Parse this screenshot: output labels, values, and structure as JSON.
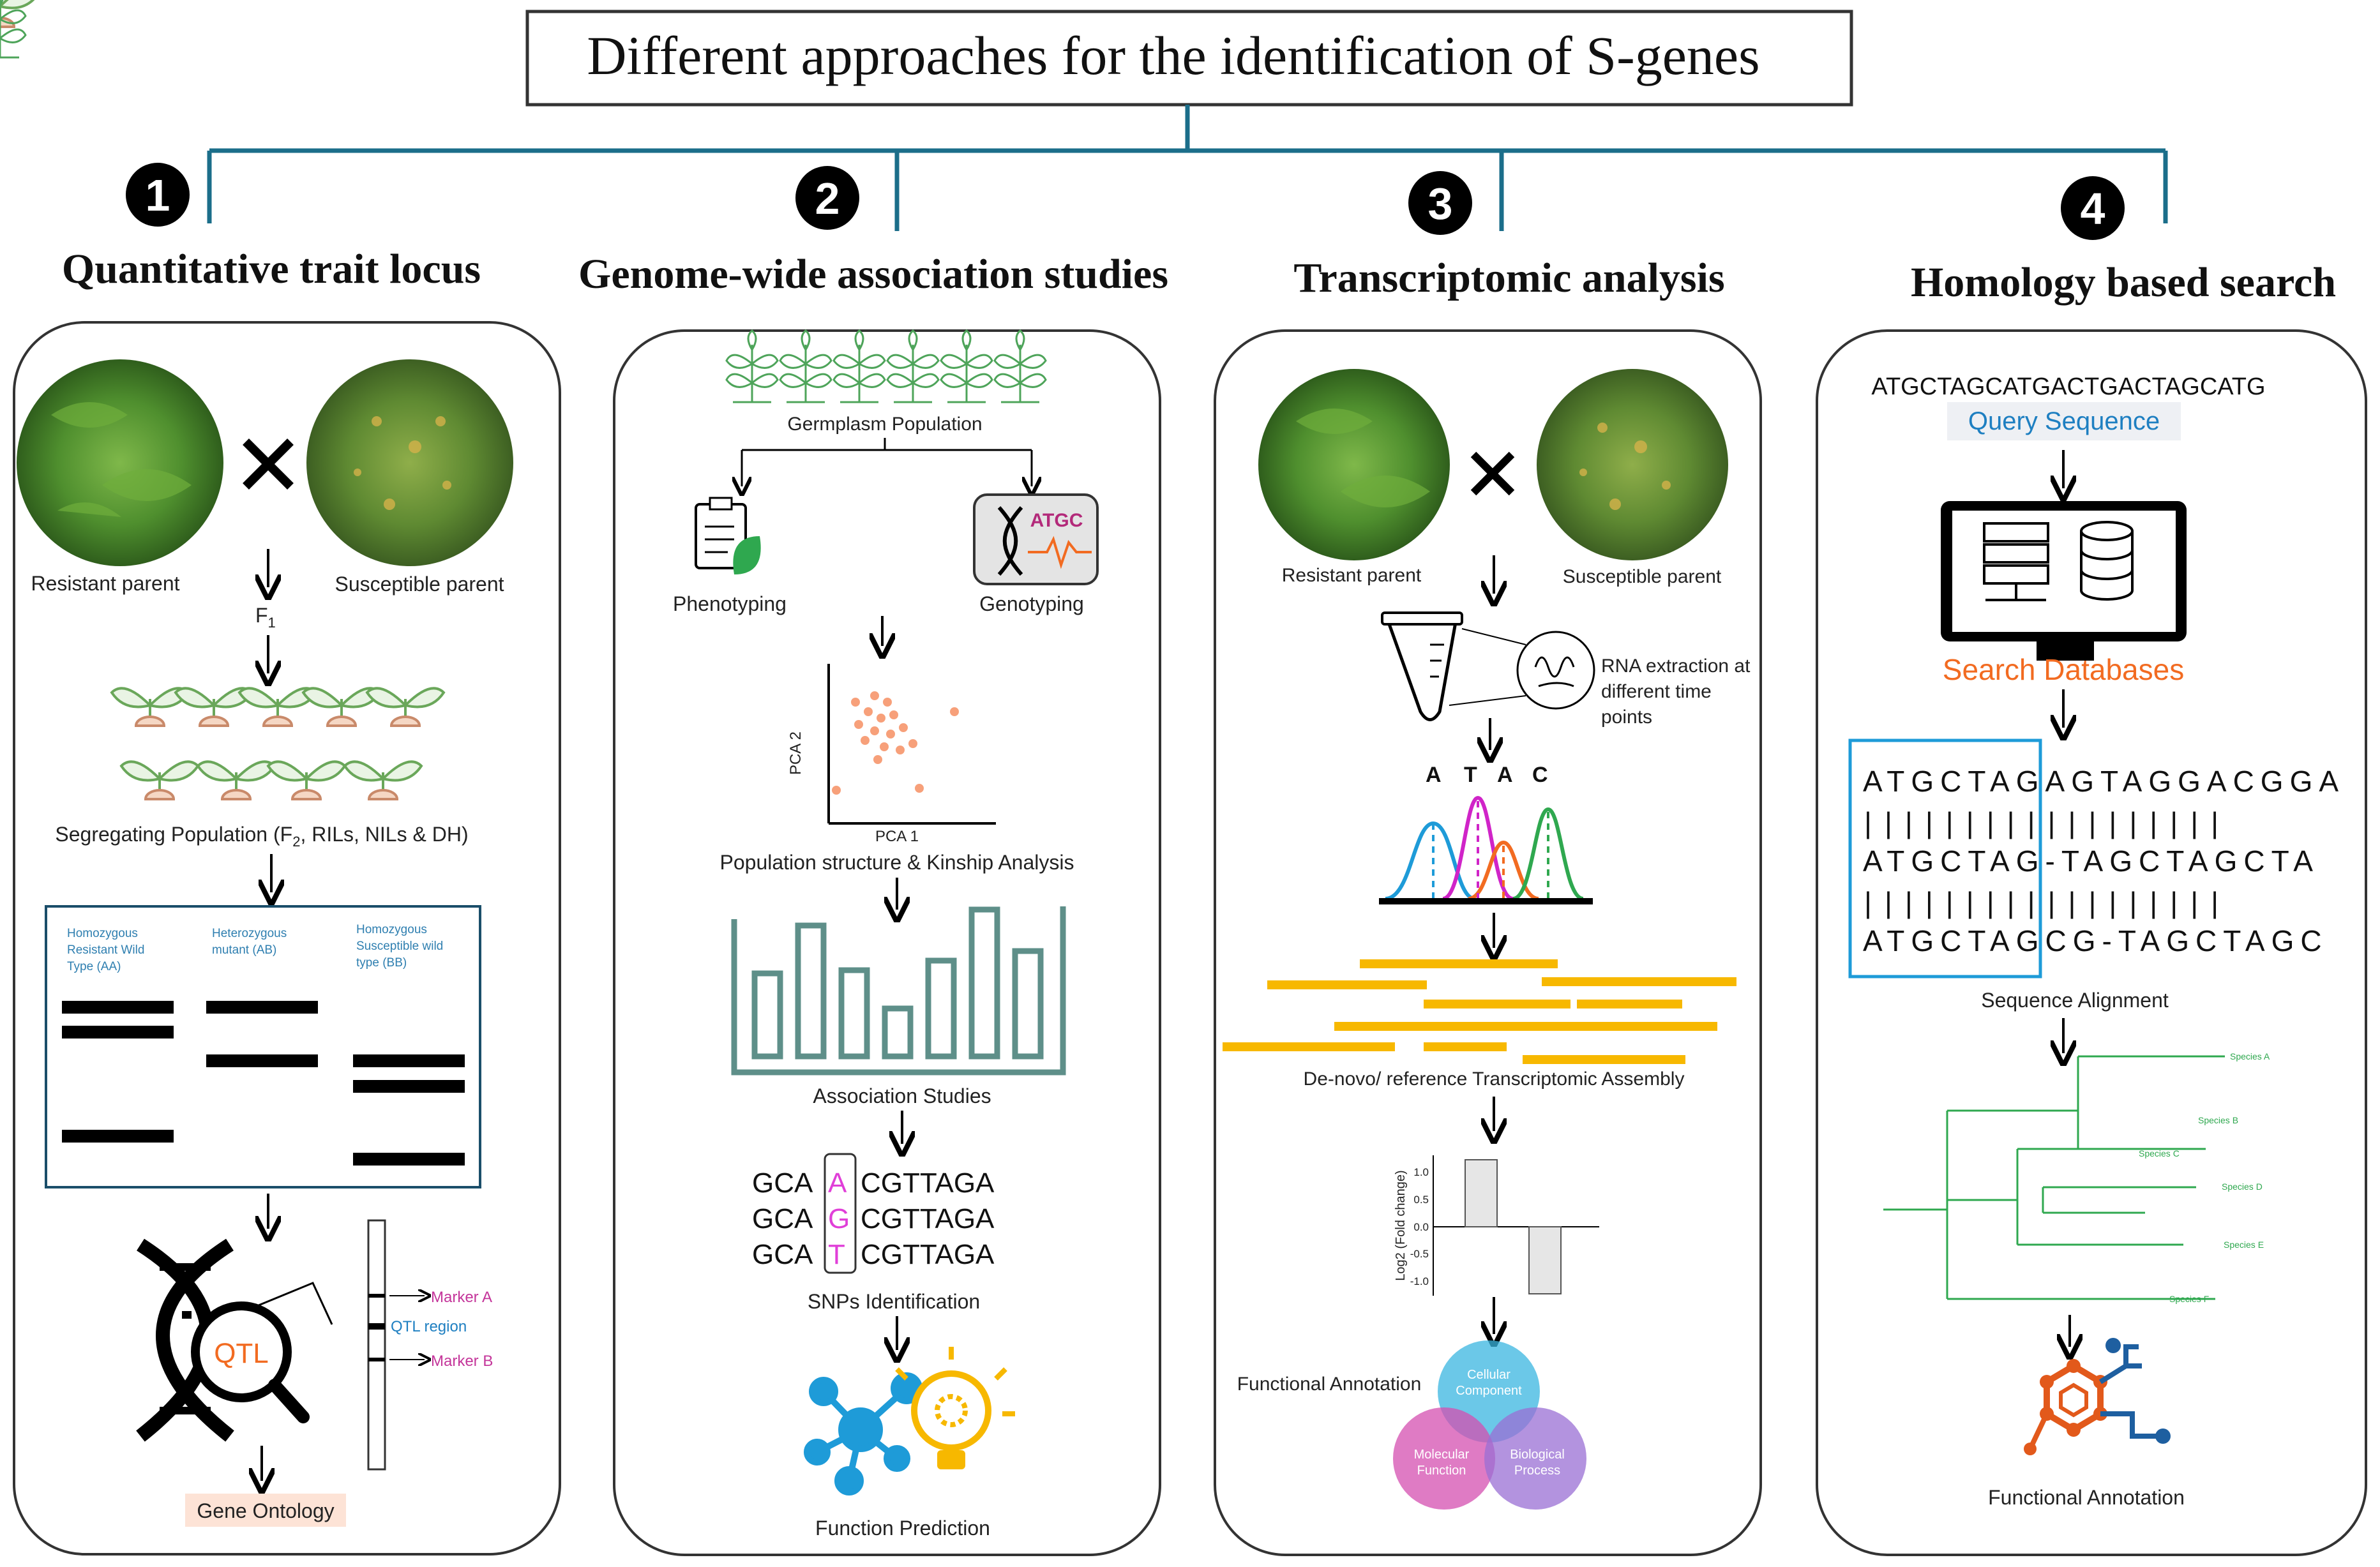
{
  "title": "Different approaches for the identification of S-genes",
  "colors": {
    "tree": "#1b6e8a",
    "orange": "#f26b21",
    "blue": "#1e7fc1",
    "magenta": "#e03fd8",
    "green": "#2fa84f",
    "yellow": "#f7b800",
    "teal": "#5e8f89"
  },
  "sections": [
    {
      "number": "1",
      "heading": "Quantitative trait locus",
      "resistant": "Resistant parent",
      "susceptible": "Susceptible parent",
      "f1": "F",
      "f1_sub": "1",
      "segregating": "Segregating Population (F",
      "seg_sub": "2",
      "seg_tail": ", RILs, NILs & DH)",
      "gel_col1": [
        "Homozygous",
        "Resistant Wild",
        "Type (AA)"
      ],
      "gel_col2": [
        "Heterozygous",
        "mutant (AB)"
      ],
      "gel_col3": [
        "Homozygous",
        "Susceptible wild",
        "type (BB)"
      ],
      "qtl": "QTL",
      "marker_a": "Marker A",
      "qtl_region": "QTL region",
      "marker_b": "Marker B",
      "gene_ontology": "Gene Ontology"
    },
    {
      "number": "2",
      "heading": "Genome-wide association studies",
      "germplasm": "Germplasm Population",
      "phenotyping": "Phenotyping",
      "genotyping": "Genotyping",
      "atgc": "ATGC",
      "pca2": "PCA 2",
      "pca1": "PCA 1",
      "pop_structure": "Population structure & Kinship Analysis",
      "association": "Association Studies",
      "snp_prefix": "GCA",
      "snp_bases": [
        "A",
        "G",
        "T"
      ],
      "snp_suffix": "CGTTAGA",
      "snps": "SNPs Identification",
      "function_prediction": "Function Prediction"
    },
    {
      "number": "3",
      "heading": "Transcriptomic  analysis",
      "resistant": "Resistant parent",
      "susceptible": "Susceptible parent",
      "rna": [
        "RNA extraction at",
        "different time",
        "points"
      ],
      "bases": [
        "A",
        "T",
        "A",
        "C"
      ],
      "assembly": "De-novo/ reference Transcriptomic Assembly",
      "log2_label": "Log2 (Fold change)",
      "ticks": [
        "1.0",
        "0.5",
        "0.0",
        "-0.5",
        "-1.0"
      ],
      "functional": "Functional Annotation",
      "venn_cc": [
        "Cellular",
        "Component"
      ],
      "venn_mf": [
        "Molecular",
        "Function"
      ],
      "venn_bp": [
        "Biological",
        "Process"
      ]
    },
    {
      "number": "4",
      "heading": "Homology based search",
      "sequence": "ATGCTAGCATGACTGACTAGCATG",
      "query": "Query Sequence",
      "search_db": "Search Databases",
      "align_row1": "ATGCTAGAGTAGGACGGA",
      "align_row2": "ATGCTAG-TAGCTAGCTA",
      "align_row3": "ATGCTAGCG-TAGCTAGC",
      "alignment": "Sequence Alignment",
      "species": [
        "Species A",
        "Species B",
        "Species C",
        "Species D",
        "Species E",
        "Species F"
      ],
      "functional": "Functional Annotation"
    }
  ]
}
